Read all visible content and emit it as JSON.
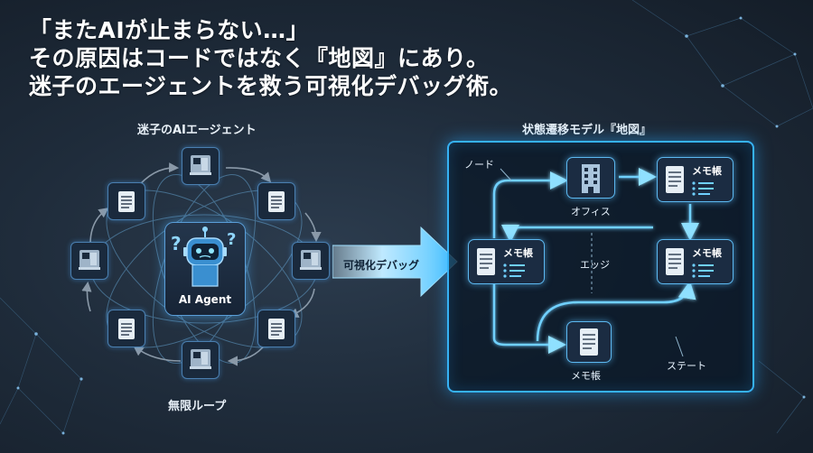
{
  "headline": {
    "line1": "「またAIが止まらない…」",
    "line2": "その原因はコードではなく『地図』にあり。",
    "line3": "迷子のエージェントを救う可視化デバッグ術。"
  },
  "left_diagram": {
    "title": "迷子のAIエージェント",
    "agent_label": "AI Agent",
    "loop_label": "無限ループ"
  },
  "arrow": {
    "label": "可視化デバッグ"
  },
  "right_diagram": {
    "title": "状態遷移モデル『地図』",
    "node_label": "ノード",
    "edge_label": "エッジ",
    "state_label": "ステート",
    "office_label": "オフィス",
    "memo_label": "メモ帳"
  },
  "colors": {
    "accent": "#36b2f5",
    "glow": "#5cb8f0",
    "background": "#1f2c3b"
  }
}
